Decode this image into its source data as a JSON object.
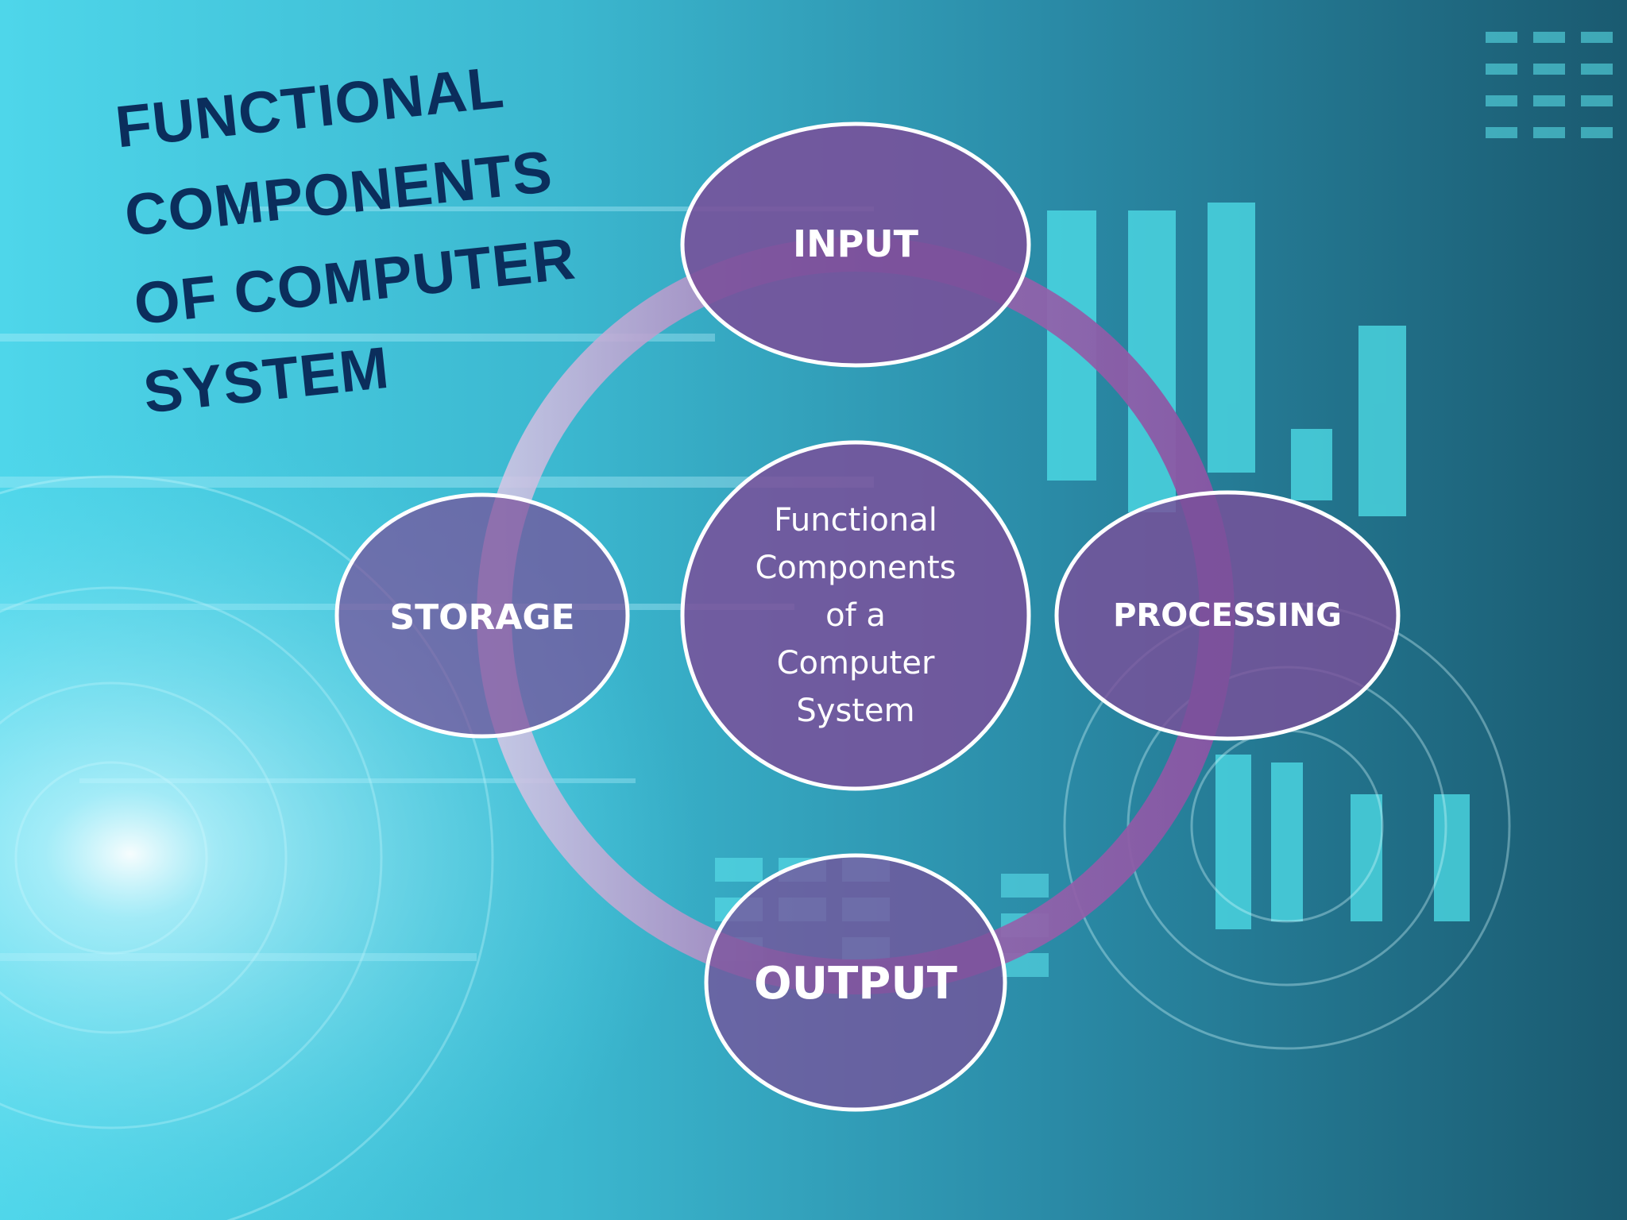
{
  "title_lines": [
    "FUNCTIONAL",
    "COMPONENTS",
    "OF COMPUTER",
    "SYSTEM"
  ],
  "center": {
    "lines": [
      "Functional",
      "Components",
      "of a",
      "Computer",
      "System"
    ]
  },
  "nodes": {
    "input": "INPUT",
    "processing": "PROCESSING",
    "output": "OUTPUT",
    "storage": "STORAGE"
  },
  "colors": {
    "node_fill": "#7a4f9a",
    "ring": "#9a6bb0",
    "node_stroke": "#ffffff",
    "title": "#0b2e5c",
    "background": "#1c6f84"
  }
}
